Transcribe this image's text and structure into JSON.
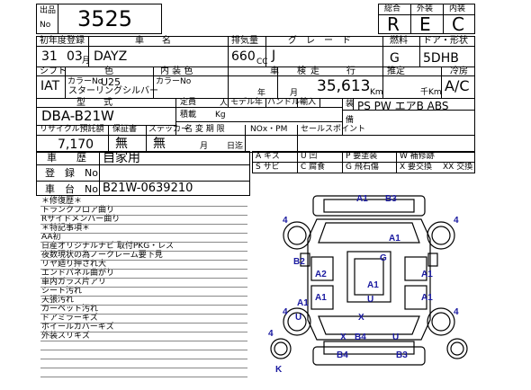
{
  "lot": {
    "label_top": "出品",
    "label_bottom": "No",
    "number": "3525"
  },
  "grades": {
    "overall_label": "総合",
    "exterior_label": "外装",
    "interior_label": "内装",
    "overall": "R",
    "exterior": "E",
    "interior": "C"
  },
  "row1": {
    "first_reg_label": "初年度登録",
    "car_name_label": "車　　名",
    "displacement_label": "排気量",
    "grade_label": "グ　レ　ー　ド",
    "fuel_label": "燃料",
    "doors_label": "ドア・形状",
    "year": "31",
    "month": "03",
    "month_unit": "月",
    "car_name": "DAYZ",
    "displacement": "660",
    "cc_unit": "CC",
    "grade": "J",
    "fuel": "G",
    "doors": "5DHB"
  },
  "row2": {
    "shift_label": "シフト",
    "color_label": "色",
    "interior_color_label": "内 装 色",
    "inspection_label": "車　　検",
    "mileage_label": "走　　　行",
    "estimate_label": "推定",
    "ac_label": "冷房",
    "shift": "IAT",
    "color_no_label": "カラーNo",
    "color_no": "U25",
    "color_name": "スターリングシルバー",
    "int_color_no_label": "カラーNo",
    "year_unit": "年",
    "month_unit": "月",
    "mileage": "35,613",
    "km_unit": "Km",
    "thousand_km_unit": "千Km",
    "ac": "A/C"
  },
  "row3": {
    "model_label": "型　　式",
    "capacity_label": "定員",
    "person_unit": "人",
    "model_year_label": "モデル年",
    "handle_label": "ハンドル",
    "import_label": "輸入",
    "equipment_label": "装　備",
    "model": "DBA-B21W",
    "load_label": "積載",
    "kg_unit": "Kg",
    "equipment": "PS PW エアB ABS"
  },
  "row4": {
    "recycle_label": "リサイクル預託額",
    "warranty_label": "保証書",
    "sticker_label": "ステッカー",
    "name_change_label": "名 変 期 限",
    "nox_label": "NOx・PM",
    "sales_point_label": "セールスポイント",
    "recycle": "7,170",
    "warranty": "無",
    "sticker": "無",
    "month_unit": "月",
    "day_unit": "日迄"
  },
  "vehicle": {
    "history_label": "車　　歴",
    "history": "自家用",
    "reg_label": "登　録　No",
    "chassis_label": "車　台　No",
    "chassis": "B21W-0639210"
  },
  "legend": {
    "items": [
      "A キズ",
      "U 凹",
      "P 要塗装",
      "W 補修跡",
      "S サビ",
      "C 腐食",
      "G 飛石傷",
      "X 要交換",
      "XX 交換"
    ]
  },
  "notes": {
    "items": [
      "＊修復歴＊",
      "トランクフロア曲り",
      "Rサイドメンバー曲り",
      "＊特記事項＊",
      "AA初",
      "日産オリジナルナビ 取付PKG・レス",
      "夜数現状の為ノークレーム要下見",
      "リヤ廻り押され大",
      "エンドパネル曲がり",
      "車内ガラス片アリ",
      "シート汚れ",
      "天張汚れ",
      "カーペット汚れ",
      "ドアミラーキズ",
      "ホイールカバーキズ",
      "外装スリキズ"
    ]
  },
  "diagram": {
    "marks": [
      "A1",
      "B3",
      "4",
      "A1",
      "4",
      "B2",
      "G",
      "A2",
      "A1",
      "A1",
      "A1",
      "A1",
      "U",
      "A1",
      "4",
      "U",
      "X",
      "4",
      "X",
      "B4",
      "U",
      "4",
      "B4",
      "B3",
      "K"
    ]
  }
}
